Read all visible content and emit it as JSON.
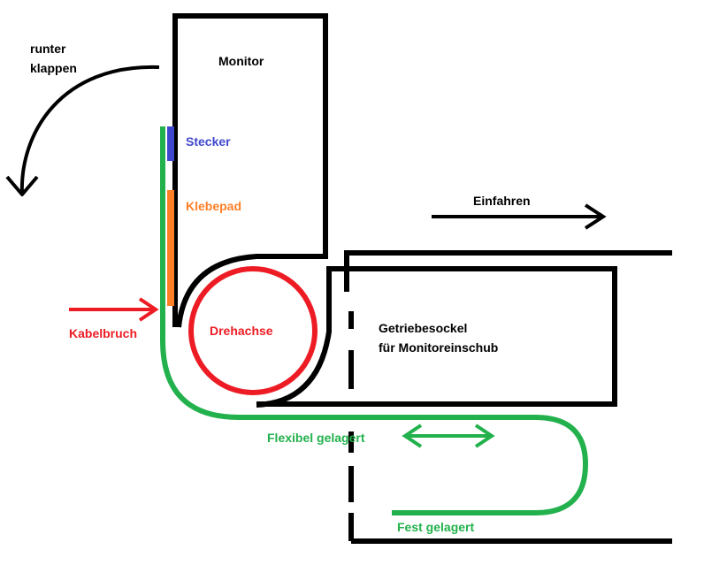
{
  "labels": {
    "monitor": "Monitor",
    "rotate_down": "runter\nklappen",
    "connector": "Stecker",
    "adhesive_pad": "Klebepad",
    "slide_in": "Einfahren",
    "cable_break": "Kabelbruch",
    "pivot_axis": "Drehachse",
    "gear_base": "Getriebesockel\nfür Monitoreinschub",
    "flexible_mount": "Flexibel gelagert",
    "fixed_mount": "Fest gelagert"
  },
  "colors": {
    "outline": "#000000",
    "cable": "#22b14c",
    "connector": "#3f48cc",
    "adhesive_pad": "#ff7f27",
    "red": "#ed1c24"
  }
}
